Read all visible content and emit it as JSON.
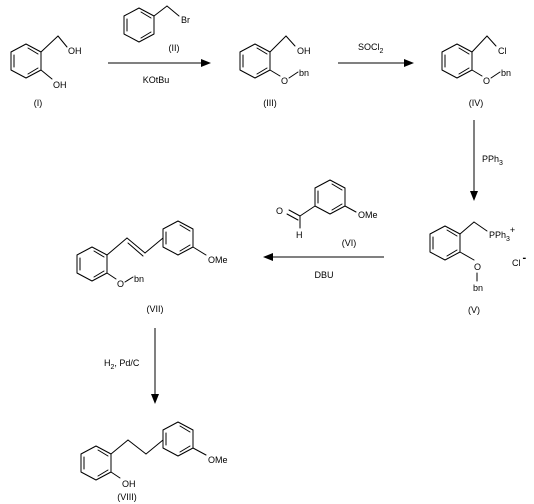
{
  "compounds": {
    "I": {
      "label": "(I)",
      "atoms": {
        "oh_top": "OH",
        "oh_ring": "OH"
      }
    },
    "II": {
      "label": "(II)",
      "atoms": {
        "br": "Br"
      }
    },
    "III": {
      "label": "(III)",
      "atoms": {
        "oh": "OH",
        "o": "O",
        "bn": "bn"
      }
    },
    "IV": {
      "label": "(IV)",
      "atoms": {
        "cl": "Cl",
        "o": "O",
        "bn": "bn"
      }
    },
    "V": {
      "label": "(V)",
      "atoms": {
        "pph3": "PPh",
        "pph3_sub": "3",
        "plus": "+",
        "cl": "Cl",
        "minus": "-",
        "o": "O",
        "bn": "bn"
      }
    },
    "VI": {
      "label": "(VI)",
      "atoms": {
        "o": "O",
        "h": "H",
        "ome": "OMe"
      }
    },
    "VII": {
      "label": "(VII)",
      "atoms": {
        "o": "O",
        "bn": "bn",
        "ome": "OMe"
      }
    },
    "VIII": {
      "label": "(VIII)",
      "atoms": {
        "oh": "OH",
        "ome": "OMe"
      }
    }
  },
  "reagents": {
    "step1_below": "KOtBu",
    "step2_above": "SOCl",
    "step2_above_sub": "2",
    "step3_right": "PPh",
    "step3_right_sub": "3",
    "step4_below": "DBU",
    "step5_left_a": "H",
    "step5_left_sub": "2",
    "step5_left_b": ", Pd/C"
  }
}
